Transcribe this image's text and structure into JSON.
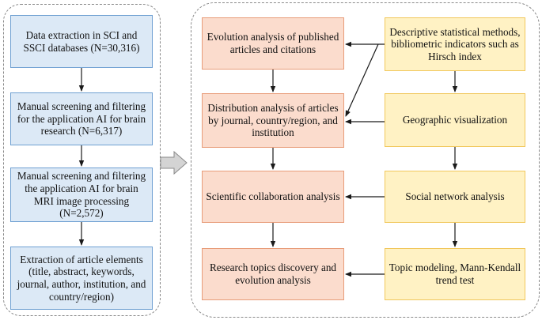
{
  "left_column": [
    {
      "text": "Data extraction in SCI and SSCI databases (N=30,316)"
    },
    {
      "text": "Manual screening and filtering for the application AI for brain research (N=6,317)"
    },
    {
      "text": "Manual screening and filtering the application AI for brain MRI image processing (N=2,572)"
    },
    {
      "text": "Extraction of article elements (title, abstract, keywords, journal, author, institution, and country/region)"
    }
  ],
  "analysis_column": [
    {
      "text": "Evolution analysis of published articles and citations"
    },
    {
      "text": "Distribution analysis of articles by journal, country/region, and institution"
    },
    {
      "text": "Scientific collaboration analysis"
    },
    {
      "text": "Research topics discovery and evolution analysis"
    }
  ],
  "methods_column": [
    {
      "text": "Descriptive statistical methods, bibliometric indicators such as Hirsch index"
    },
    {
      "text": "Geographic visualization"
    },
    {
      "text": "Social network analysis"
    },
    {
      "text": "Topic modeling, Mann-Kendall trend test"
    }
  ],
  "colors": {
    "left_fill": "#dce9f6",
    "left_border": "#6fa0d2",
    "analysis_fill": "#fbdccd",
    "analysis_border": "#e89c79",
    "methods_fill": "#fff2c4",
    "methods_border": "#f1c75b",
    "arrow": "#1a1a1a",
    "panel_border": "#8a8a8a"
  }
}
